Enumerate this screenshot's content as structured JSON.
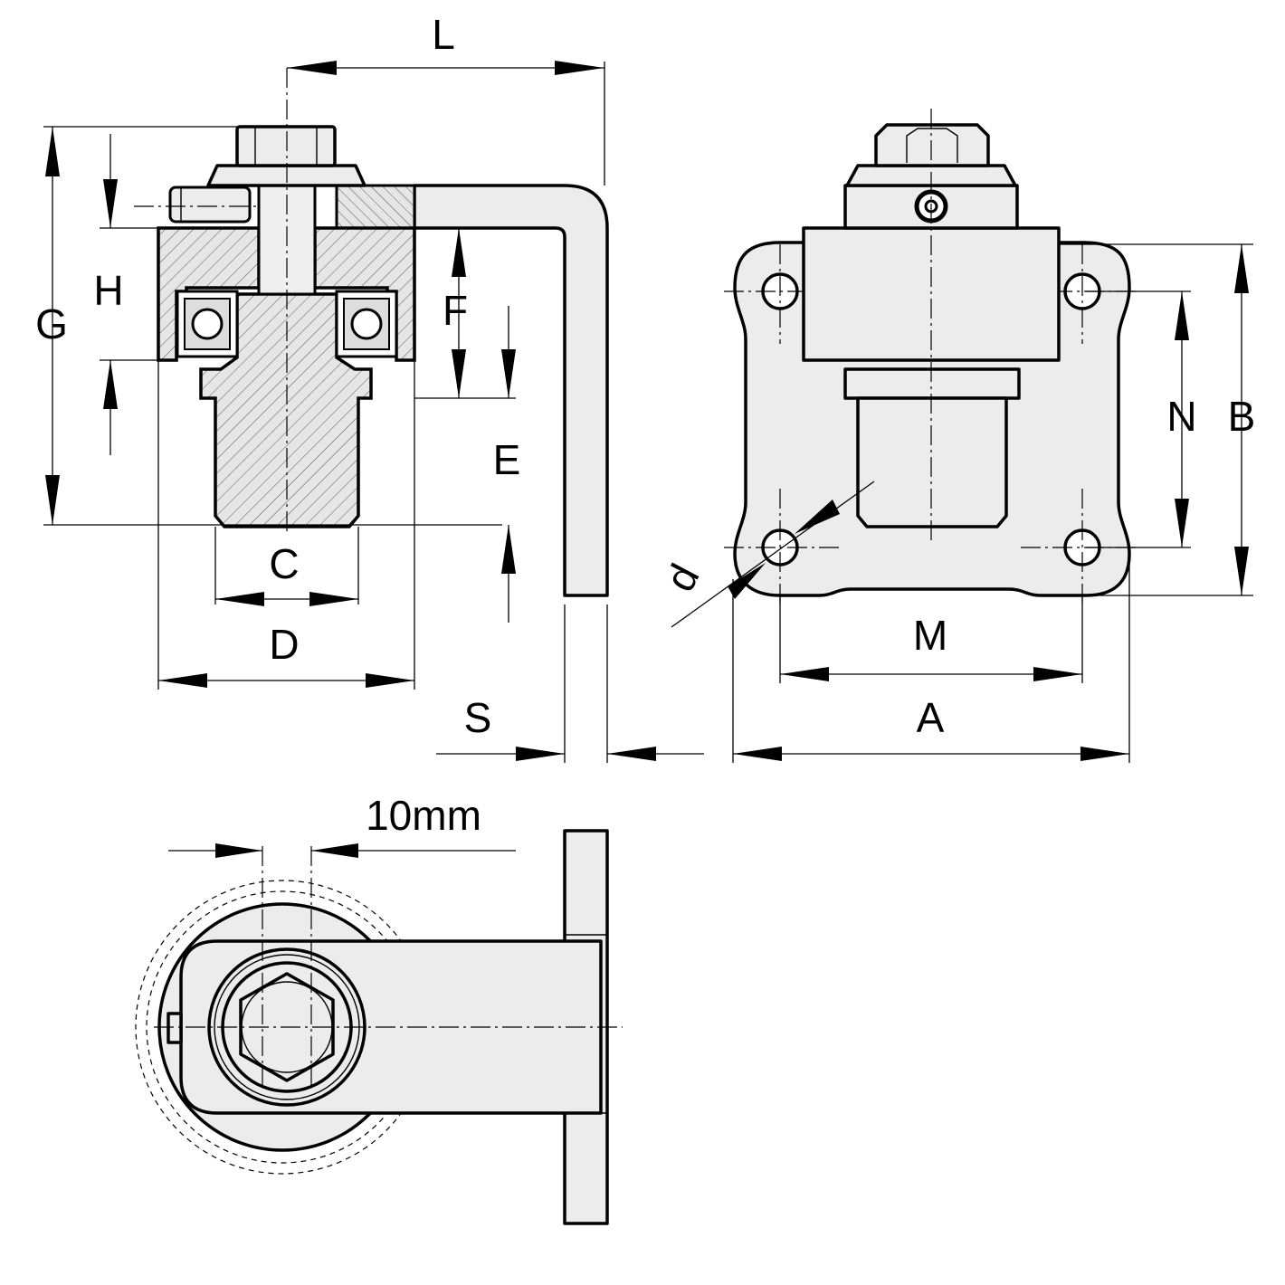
{
  "labels": {
    "L": "L",
    "G": "G",
    "H": "H",
    "F": "F",
    "E": "E",
    "C": "C",
    "D": "D",
    "S": "S",
    "N": "N",
    "B": "B",
    "d": "d",
    "M": "M",
    "A": "A",
    "ten_mm": "10mm"
  }
}
